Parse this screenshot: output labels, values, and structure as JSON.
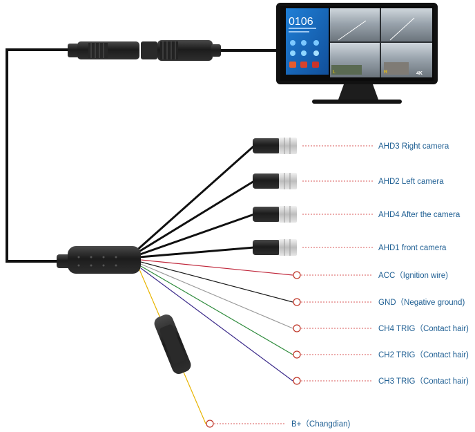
{
  "monitor": {
    "clock": "0106",
    "quad_labels": [
      "L",
      "R"
    ],
    "badge": "4K"
  },
  "colors": {
    "label_text": "#1f5f93",
    "leader_line": "#d95a5a",
    "terminal_ring": "#c0392b"
  },
  "camera_ports": [
    {
      "label": "AHD3 Right camera"
    },
    {
      "label": "AHD2 Left camera"
    },
    {
      "label": "AHD4 After the camera"
    },
    {
      "label": "AHD1 front camera"
    }
  ],
  "wires": [
    {
      "label": "ACC（Ignition wire)",
      "color": "#c0283c"
    },
    {
      "label": "GND（Negative ground)",
      "color": "#1a1a1a"
    },
    {
      "label": "CH4 TRIG（Contact hair)",
      "color": "#9a9a9a"
    },
    {
      "label": "CH2 TRIG（Contact hair)",
      "color": "#2e8b3c"
    },
    {
      "label": "CH3 TRIG（Contact hair)",
      "color": "#3b2a8a"
    }
  ],
  "fuse_wire": {
    "label": "B+（Changdian)",
    "color": "#e8b400"
  }
}
